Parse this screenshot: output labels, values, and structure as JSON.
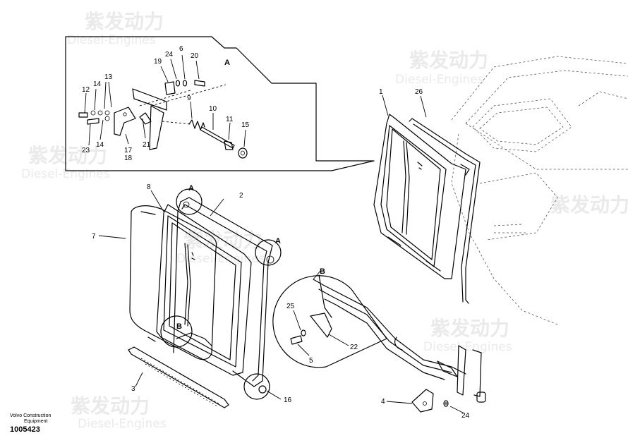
{
  "watermark": {
    "brand": "紫发动力",
    "sub": "Diesel-Engines"
  },
  "footer": {
    "brand_line1": "Volvo Construction",
    "brand_line2": "Equipment",
    "part_number": "1005423"
  },
  "detail_labels": {
    "a_inset": "A",
    "a_top": "A",
    "a_right": "A",
    "b_main": "B",
    "b_circle": "B"
  },
  "callouts": [
    "1",
    "2",
    "3",
    "4",
    "5",
    "6",
    "7",
    "8",
    "9",
    "10",
    "11",
    "12",
    "13",
    "14",
    "14",
    "15",
    "16",
    "17",
    "18",
    "19",
    "20",
    "21",
    "22",
    "23",
    "24",
    "24",
    "25",
    "26"
  ]
}
